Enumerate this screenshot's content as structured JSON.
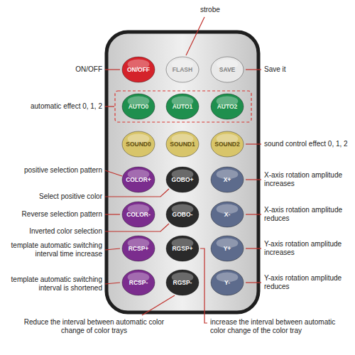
{
  "diagram": {
    "nodes": [
      {
        "text": [
          "ON/OFF"
        ]
      },
      {
        "text": [
          "FLASH"
        ]
      },
      {
        "text": [
          "SAVE"
        ]
      },
      {
        "text": [
          "AUTO0"
        ]
      },
      {
        "text": [
          "AUTO1"
        ]
      },
      {
        "text": [
          "AUTO2"
        ]
      },
      {
        "text": [
          "SOUND0"
        ]
      },
      {
        "text": [
          "SOUND1"
        ]
      },
      {
        "text": [
          "SOUND2"
        ]
      },
      {
        "text": [
          "COLOR+"
        ]
      },
      {
        "text": [
          "GOBO+"
        ]
      },
      {
        "text": [
          "X+"
        ]
      },
      {
        "text": [
          "COLOR-"
        ]
      },
      {
        "text": [
          "GOBO-"
        ]
      },
      {
        "text": [
          "X-"
        ]
      },
      {
        "text": [
          "RCSP+"
        ]
      },
      {
        "text": [
          "RGSP+"
        ]
      },
      {
        "text": [
          "Y+"
        ]
      },
      {
        "text": [
          "RCSP-"
        ]
      },
      {
        "text": [
          "RGSP-"
        ]
      },
      {
        "text": [
          "Y-"
        ]
      }
    ],
    "labels": [
      "strobe",
      "ON/OFF",
      "Save it",
      "automatic effect 0, 1, 2",
      "sound control effect 0, 1, 2",
      "positive selection pattern",
      "Select positive color",
      "X-axis rotation amplitude increases",
      "Reverse selection pattern",
      "X-axis rotation amplitude reduces",
      "Inverted color selection",
      "Y-axis rotation amplitude increases",
      "template automatic switching interval time increase",
      "Y-axis rotation amplitude reduces",
      "template automatic switching interval is shortened",
      "Reduce the interval between automatic color change of color trays",
      "increase the interval between automatic color change of the color tray"
    ]
  }
}
